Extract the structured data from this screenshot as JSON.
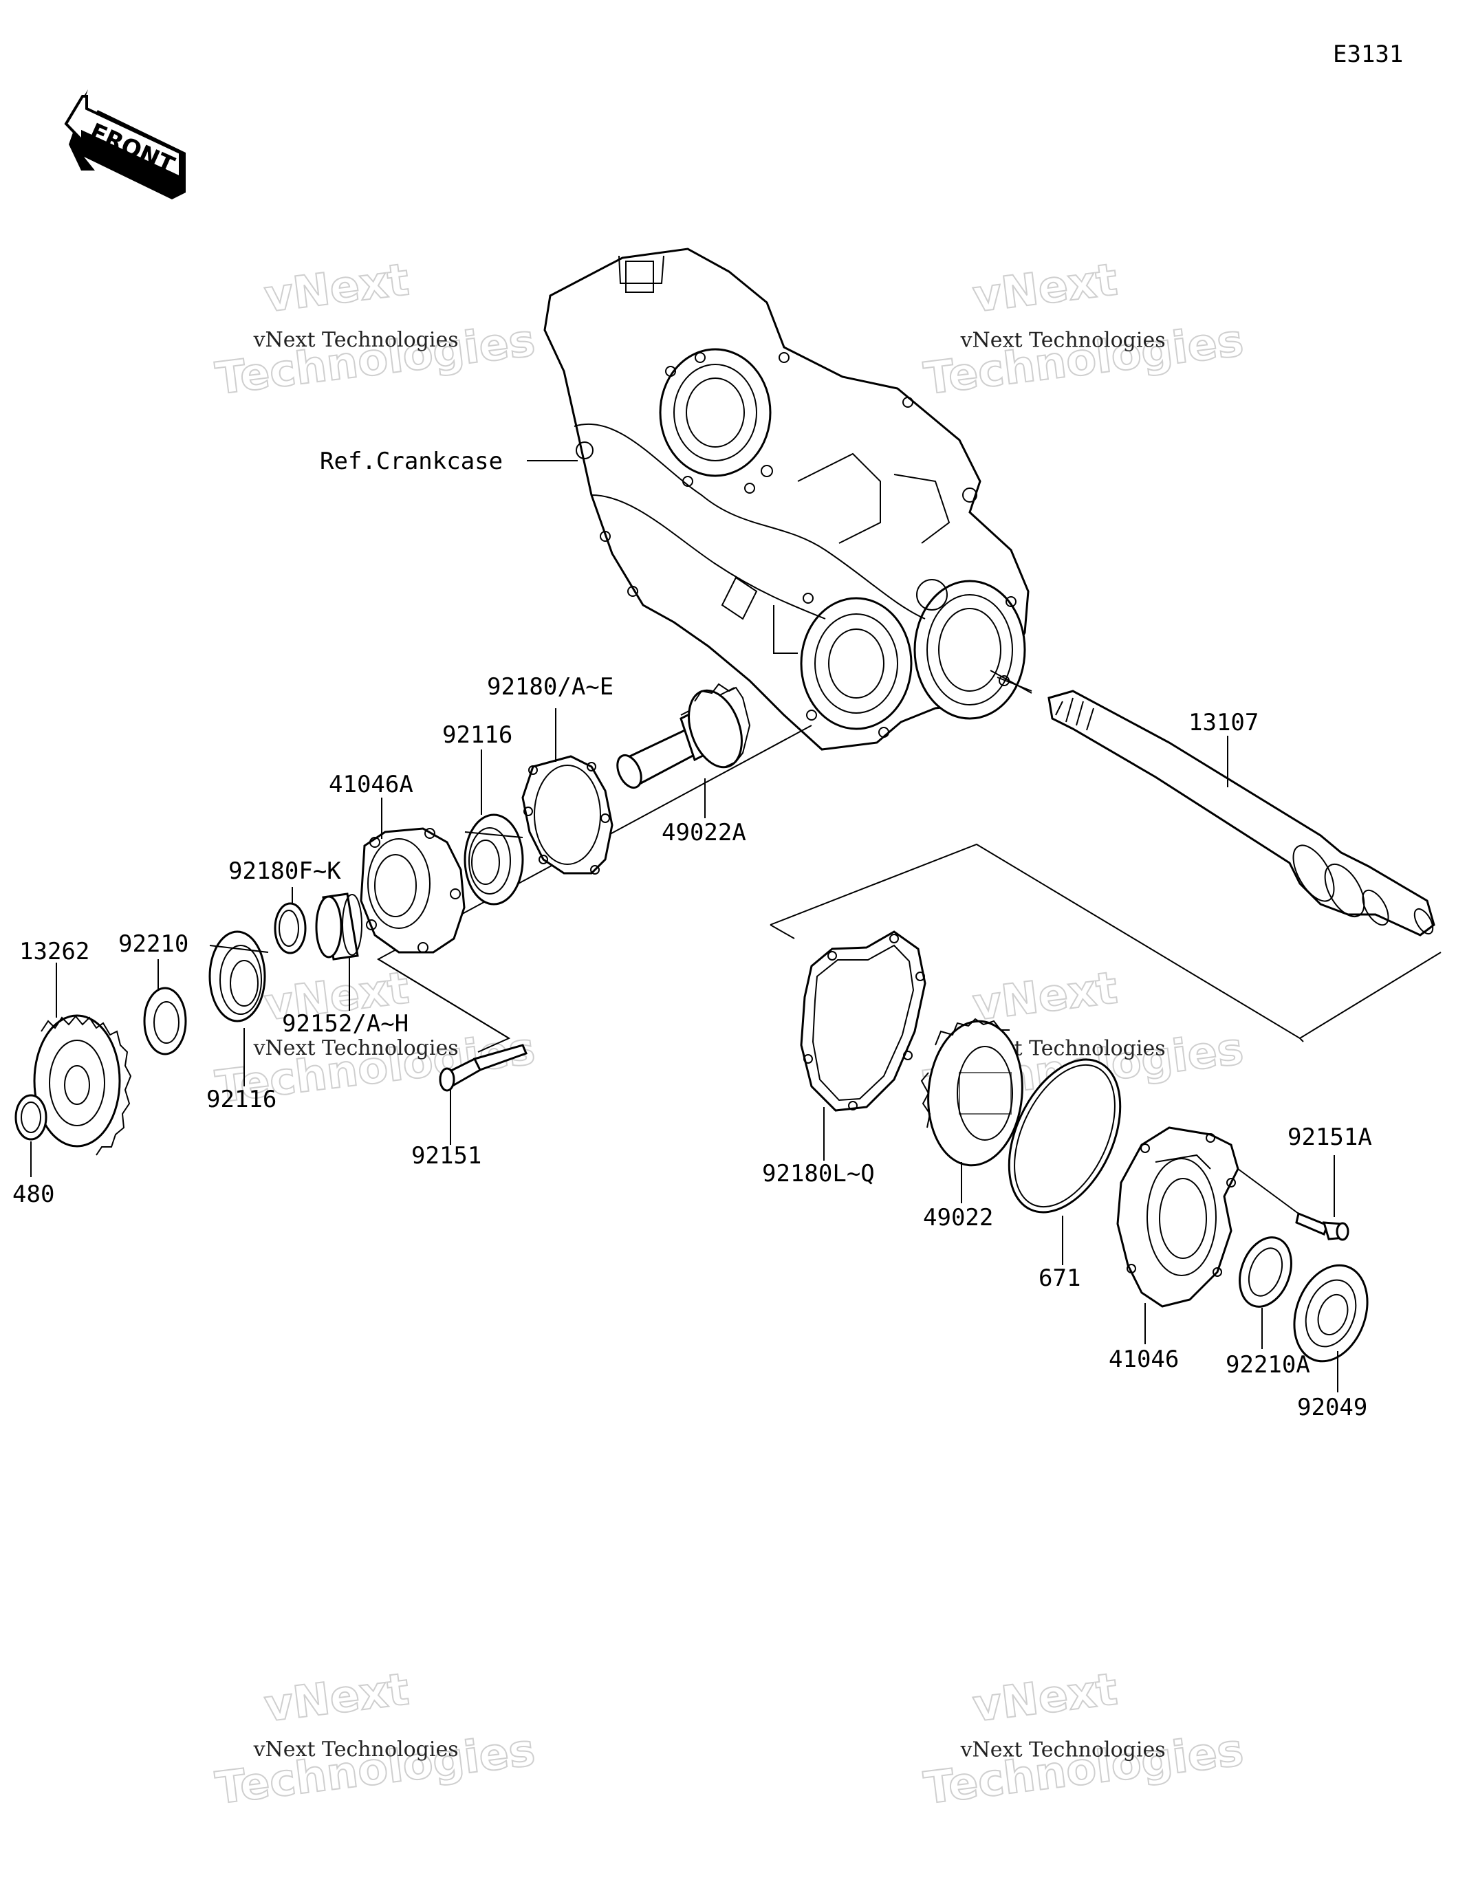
{
  "diagram": {
    "code": "E3131",
    "front_badge": "FRONT",
    "watermark_line1": "vNext",
    "watermark_line2": "Technologies",
    "watermark_line3": "vNext Technologies",
    "labels": {
      "ref_crankcase": "Ref.Crankcase",
      "p13107": "13107",
      "p92180_ae": "92180/A~E",
      "p92116_top": "92116",
      "p41046a": "41046A",
      "p49022a": "49022A",
      "p92180_fk": "92180F~K",
      "p13262": "13262",
      "p92210": "92210",
      "p92152": "92152/A~H",
      "p92116_bottom": "92116",
      "p480": "480",
      "p92151": "92151",
      "p92180_lq": "92180L~Q",
      "p49022": "49022",
      "p671": "671",
      "p41046": "41046",
      "p92151a": "92151A",
      "p92210a": "92210A",
      "p92049": "92049"
    }
  }
}
